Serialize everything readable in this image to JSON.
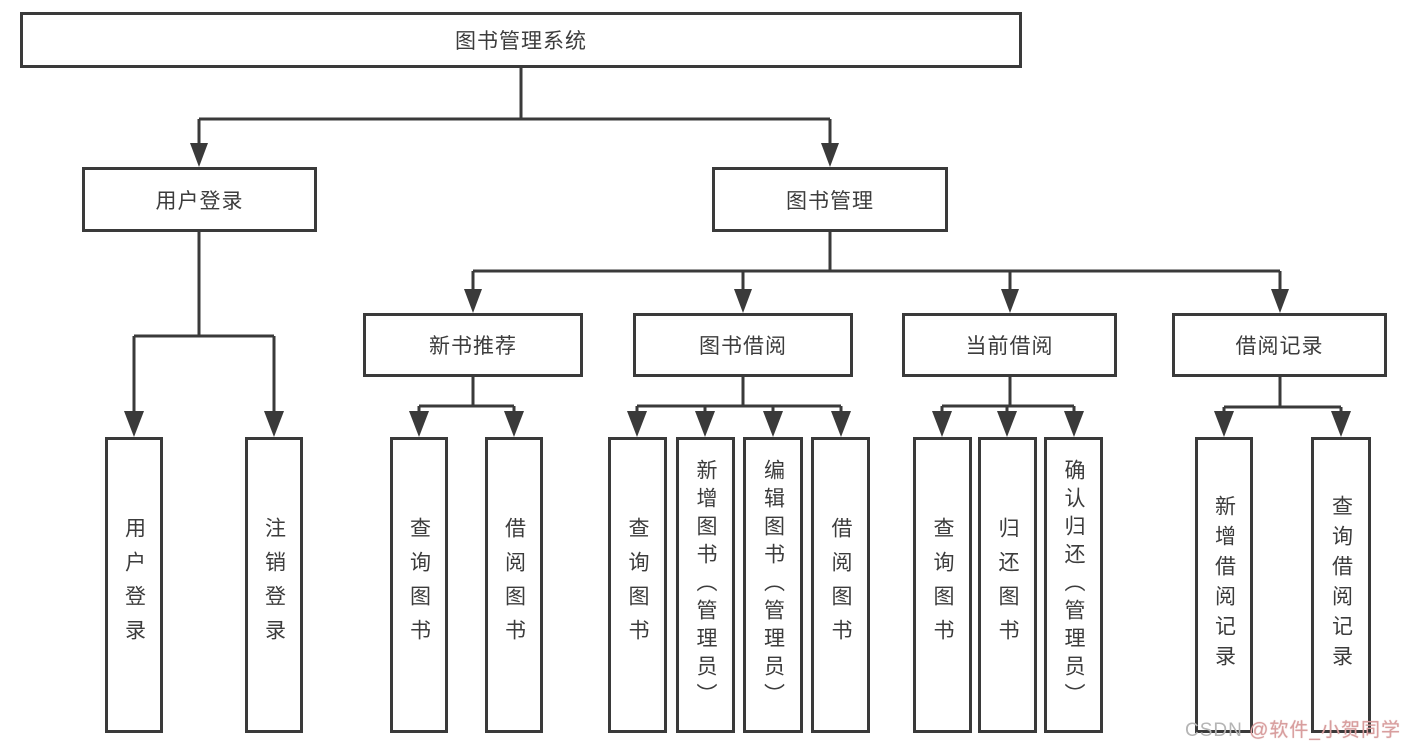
{
  "diagram": {
    "root": {
      "label": "图书管理系统"
    },
    "level2": [
      {
        "label": "用户登录"
      },
      {
        "label": "图书管理"
      }
    ],
    "level3": [
      {
        "label": "新书推荐"
      },
      {
        "label": "图书借阅"
      },
      {
        "label": "当前借阅"
      },
      {
        "label": "借阅记录"
      }
    ],
    "leaves": {
      "user_login": [
        "用户登录",
        "注销登录"
      ],
      "new_books": [
        "查询图书",
        "借阅图书"
      ],
      "book_borrow": [
        "查询图书",
        "新增图书（管理员）",
        "编辑图书（管理员）",
        "借阅图书"
      ],
      "current_borrow": [
        "查询图书",
        "归还图书",
        "确认归还（管理员）"
      ],
      "borrow_records": [
        "新增借阅记录",
        "查询借阅记录"
      ]
    }
  },
  "watermark": {
    "brand": "CSDN ",
    "user": "@软件_小贺同学"
  },
  "colors": {
    "line": "#3a3a3a",
    "text": "#3c3c3c",
    "watermark_gray": "#b5b5b5",
    "watermark_pink": "#d89e9e"
  }
}
